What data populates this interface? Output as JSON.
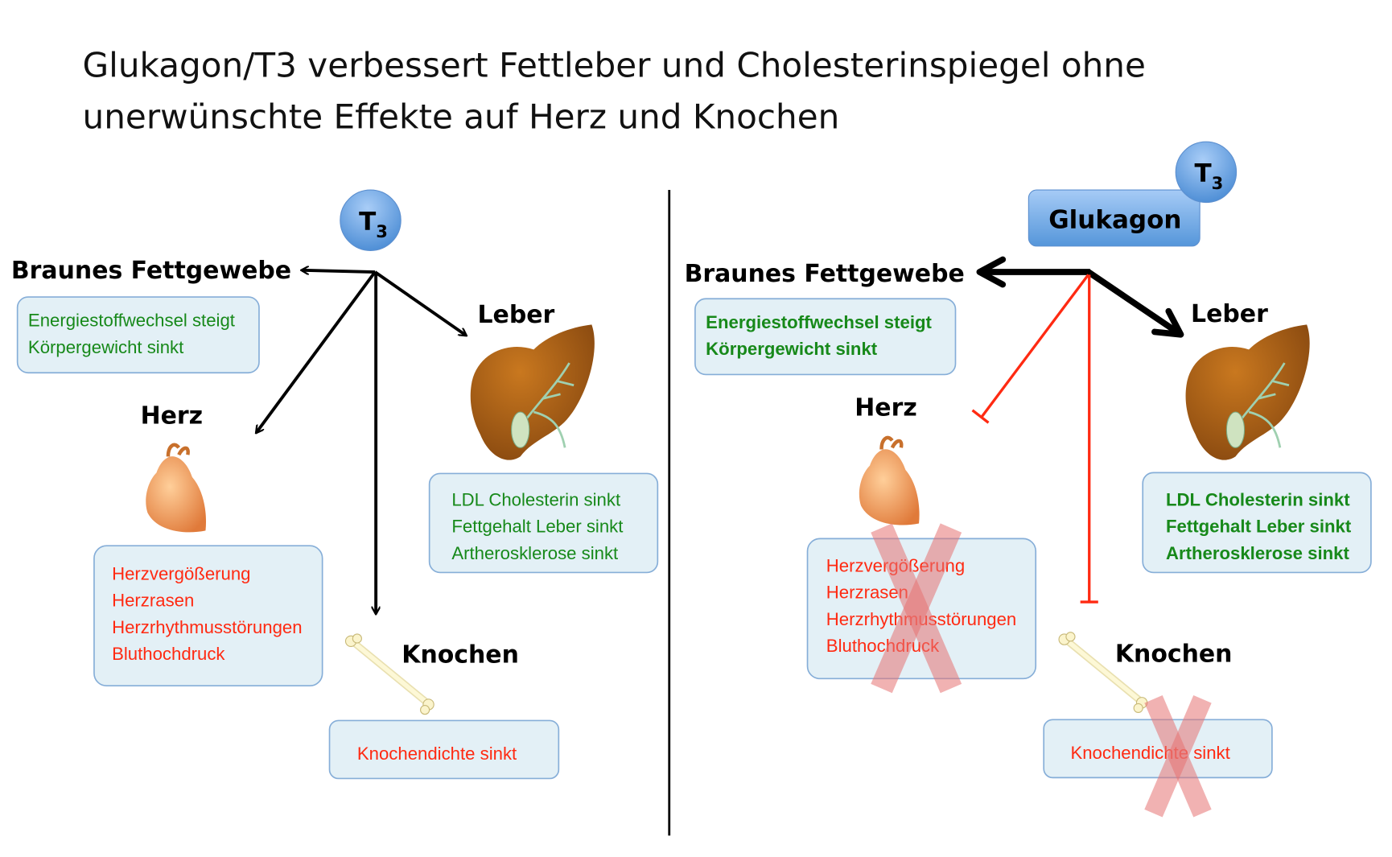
{
  "title": {
    "line1": "Glukagon/T3 verbessert Fettleber und Cholesterinspiegel ohne",
    "line2": "unerwünschte Effekte auf Herz und Knochen"
  },
  "hormone": {
    "t": "T",
    "sub": "3",
    "glukagon": "Glukagon"
  },
  "organs": {
    "brown_fat": "Braunes Fettgewebe",
    "liver": "Leber",
    "heart": "Herz",
    "bone": "Knochen"
  },
  "effects": {
    "brown_fat": [
      "Energiestoffwechsel steigt",
      "Körpergewicht sinkt"
    ],
    "liver": [
      "LDL Cholesterin sinkt",
      "Fettgehalt Leber sinkt",
      "Artherosklerose sinkt"
    ],
    "heart": [
      "Herzvergößerung",
      "Herzrasen",
      "Herzrhythmusstörungen",
      "Bluthochdruck"
    ],
    "bone": [
      "Knochendichte sinkt"
    ]
  },
  "colors": {
    "positive": "#17891a",
    "negative": "#ff2a12",
    "box": "#e3f0f6",
    "hormone": "#6fa6e6"
  }
}
